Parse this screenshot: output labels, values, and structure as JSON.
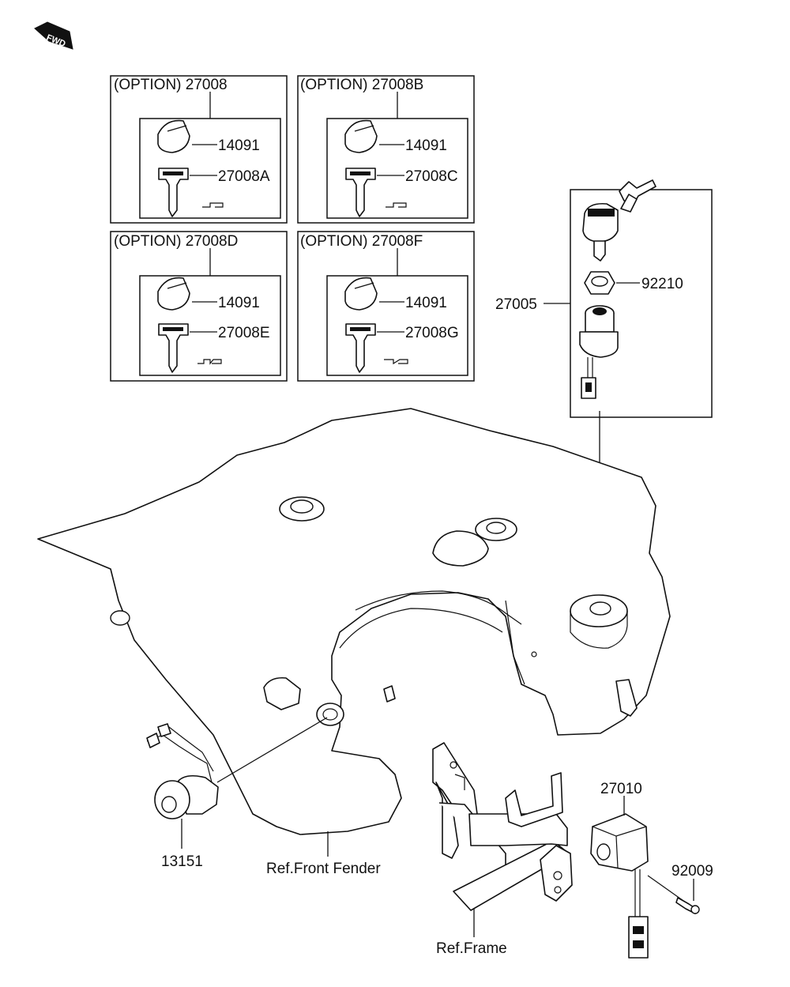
{
  "fwd_badge": "FWD",
  "option_boxes": [
    {
      "title": "(OPTION) 27008",
      "cap_part": "14091",
      "key_part": "27008A"
    },
    {
      "title": "(OPTION) 27008B",
      "cap_part": "14091",
      "key_part": "27008C"
    },
    {
      "title": "(OPTION) 27008D",
      "cap_part": "14091",
      "key_part": "27008E"
    },
    {
      "title": "(OPTION) 27008F",
      "cap_part": "14091",
      "key_part": "27008G"
    }
  ],
  "ignition_assembly": {
    "assembly_part": "27005",
    "nut_part": "92210"
  },
  "parts": {
    "lamp": "13151",
    "switch": "27010",
    "screw": "92009"
  },
  "references": {
    "front_fender": "Ref.Front Fender",
    "frame": "Ref.Frame"
  }
}
